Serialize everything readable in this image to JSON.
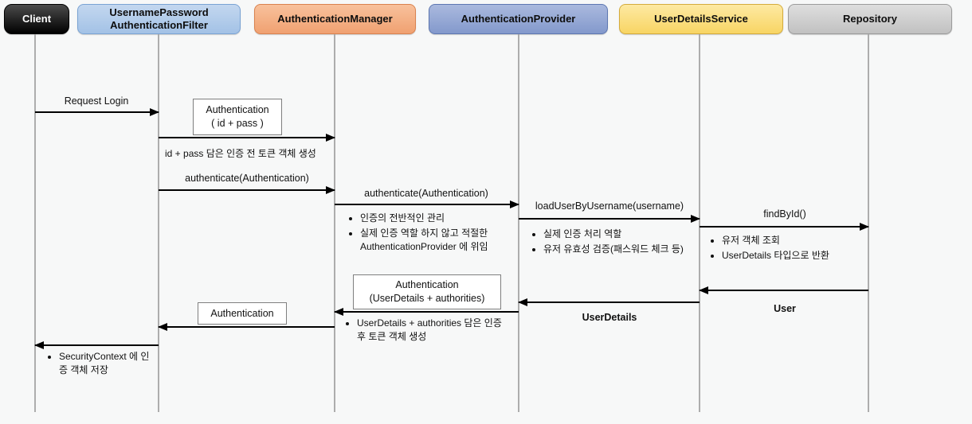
{
  "actors": [
    {
      "label": "Client"
    },
    {
      "label": "UsernamePassword\nAuthenticationFilter"
    },
    {
      "label": "AuthenticationManager"
    },
    {
      "label": "AuthenticationProvider"
    },
    {
      "label": "UserDetailsService"
    },
    {
      "label": "Repository"
    }
  ],
  "messages": {
    "request_login": "Request Login",
    "authenticate_filter_to_manager": "authenticate(Authentication)",
    "authenticate_manager_to_provider": "authenticate(Authentication)",
    "load_user_by_username": "loadUserByUsername(username)",
    "find_by_id": "findById()",
    "return_user": "User",
    "return_user_details": "UserDetails"
  },
  "note_boxes": {
    "auth_token_before": "Authentication\n( id + pass )",
    "auth_token_after": "Authentication\n(UserDetails + authorities)",
    "auth_return": "Authentication"
  },
  "annotations": {
    "pre_token_note": "id + pass 담은 인증 전 토큰 객체 생성",
    "manager_bullets": [
      "인증의 전반적인 관리",
      "실제 인증 역할 하지 않고 적절한 AuthenticationProvider 에 위임"
    ],
    "provider_bullets": [
      "실제 인증 처리 역할",
      "유저 유효성 검증(패스워드 체크 등)"
    ],
    "uds_bullets": [
      "유저 객체 조회",
      "UserDetails 타입으로 반환"
    ],
    "post_token_bullets": [
      "UserDetails + authorities 담은 인증 후 토큰 객체 생성"
    ],
    "security_context_bullets": [
      "SecurityContext 에 인증 객체 저장"
    ]
  },
  "colors": {
    "background": "#f7f8f8",
    "client_bg": "#0a0a0a",
    "filter_bg": "#aecbeb",
    "filter_border": "#7aa3d4",
    "manager_bg": "#f4aa7e",
    "manager_border": "#d9824f",
    "provider_bg": "#92a8d5",
    "provider_border": "#5d77b1",
    "uds_bg": "#fadc7d",
    "uds_border": "#d4ab3c",
    "repository_bg": "#cbcbcb",
    "repository_border": "#9b9b9b",
    "arrow": "#000000",
    "lifeline": "#adadad",
    "note_bg": "#ffffff",
    "note_border": "#7f7f7f"
  }
}
